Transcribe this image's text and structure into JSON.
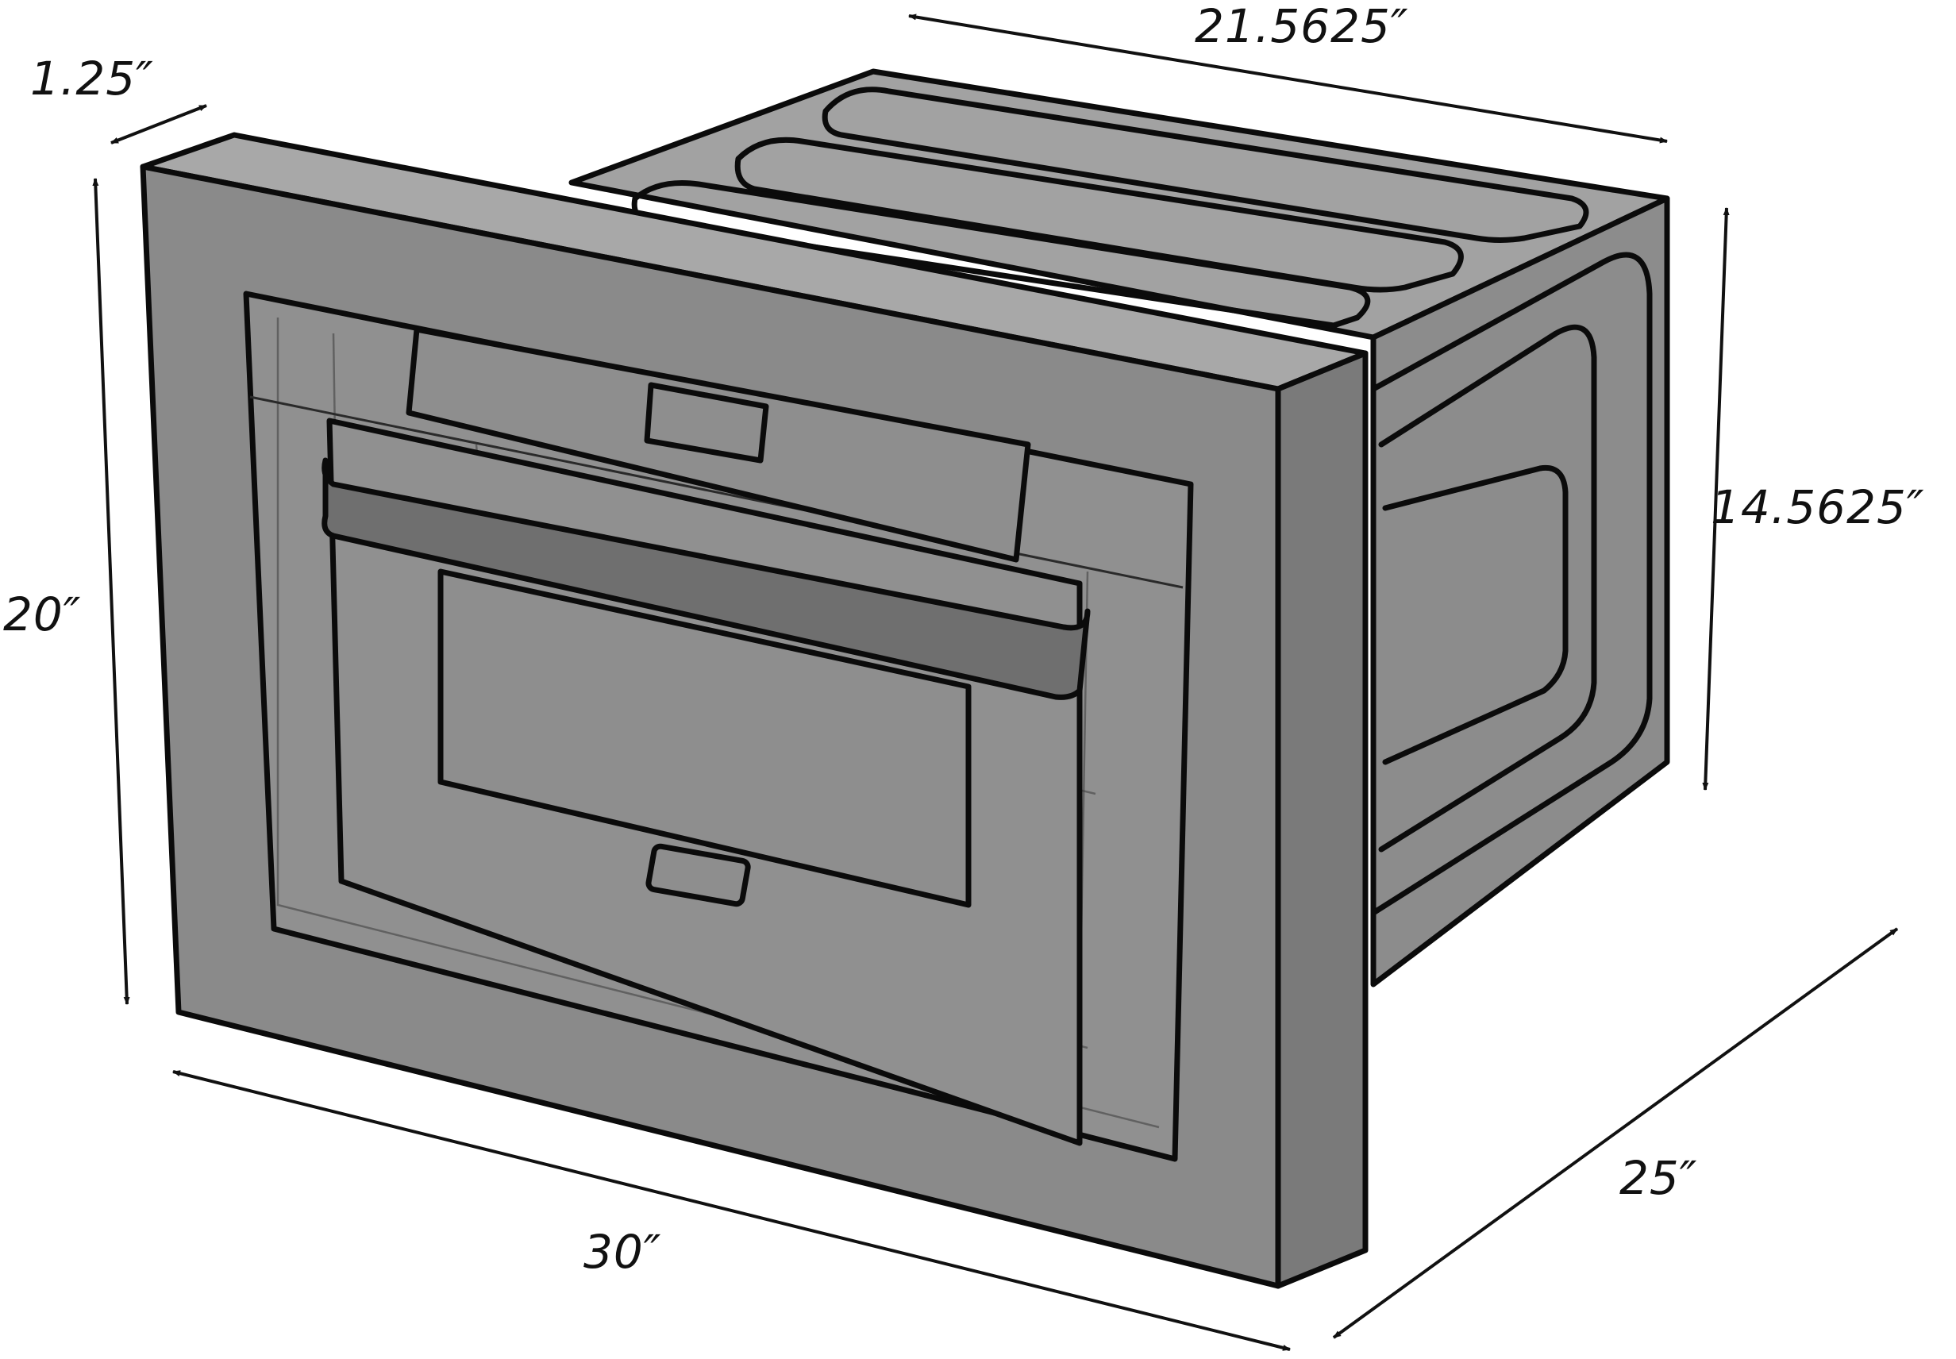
{
  "diagram": {
    "colors": {
      "frame": "#8a8a8a",
      "frame_side": "#7a7a7a",
      "frame_top": "#a8a8a8",
      "body_top": "#a2a2a2",
      "body_side": "#8c8c8c",
      "glass": "#909090",
      "outline": "#0b0b0b"
    },
    "dimensions": {
      "trim_depth": "1.25″",
      "top_depth": "21.5625″",
      "frame_height": "20″",
      "body_height": "14.5625″",
      "overall_depth": "25″",
      "frame_width": "30″"
    }
  }
}
